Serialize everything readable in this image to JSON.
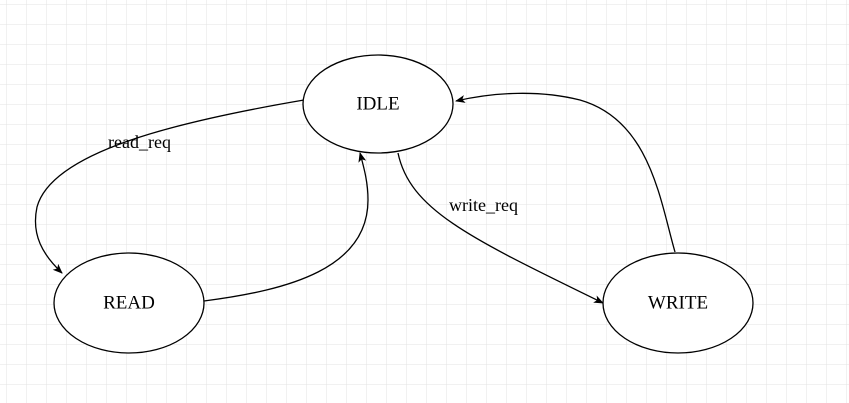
{
  "colors": {
    "background": "#ffffff",
    "grid": "#e3e3e3",
    "stroke": "#000000",
    "text": "#000000"
  },
  "states": {
    "idle": "IDLE",
    "read": "READ",
    "write": "WRITE"
  },
  "transitions": {
    "idle_to_read": "read_req",
    "idle_to_write": "write_req",
    "read_to_idle": "",
    "write_to_idle": ""
  }
}
